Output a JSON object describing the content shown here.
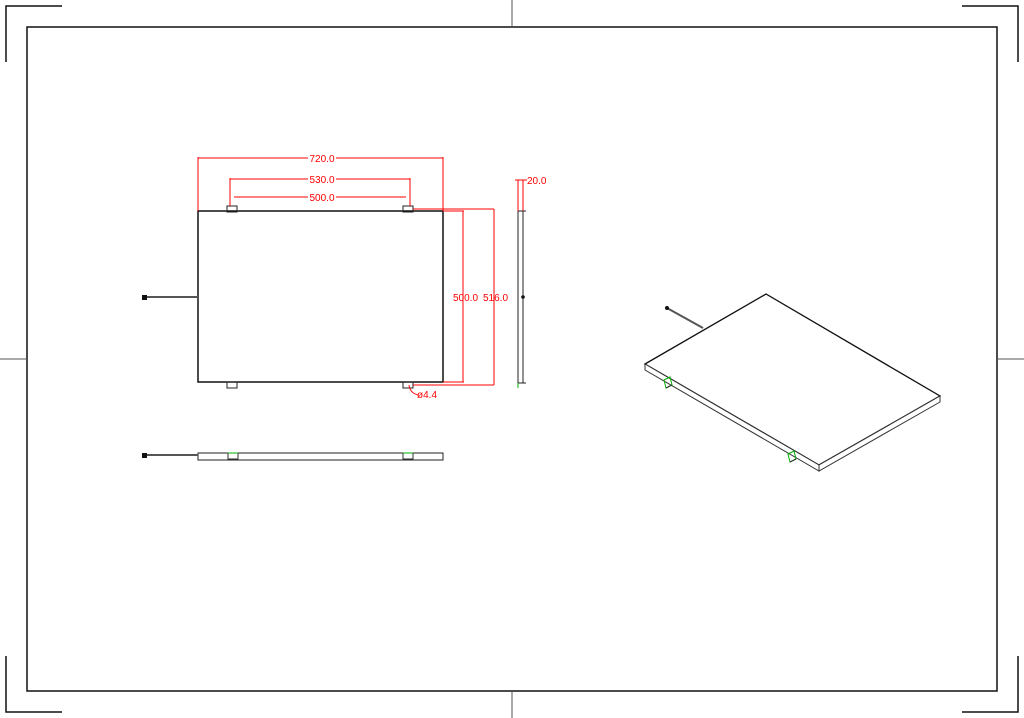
{
  "drawing": {
    "front_view": {
      "dimensions": {
        "overall_width": "720.0",
        "bracket_outer_span": "530.0",
        "bracket_inner_span": "500.0",
        "height": "500.0",
        "overall_height": "516.0",
        "hole_diameter": "ø4.4"
      }
    },
    "side_view": {
      "dimensions": {
        "thickness": "20.0"
      }
    },
    "colors": {
      "dimension": "#ff0000",
      "outline": "#111111",
      "bracket_highlight": "#00b000",
      "background": "#ffffff"
    }
  }
}
